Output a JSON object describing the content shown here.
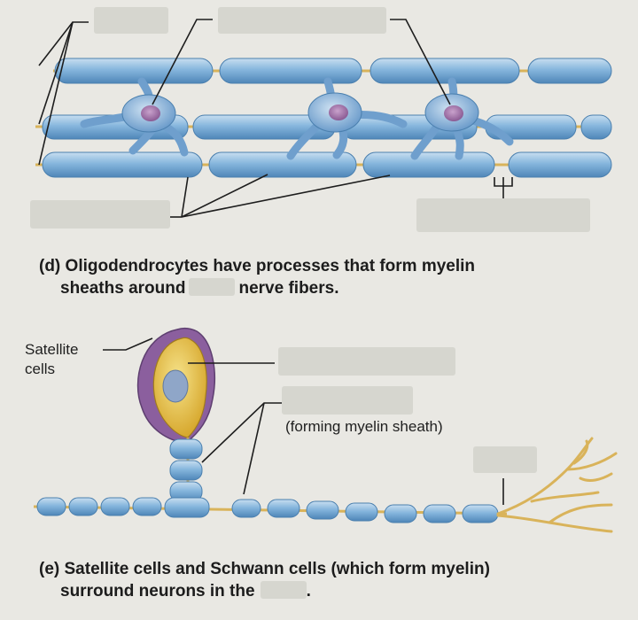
{
  "panel_d": {
    "caption_line1": "(d) Oligodendrocytes have processes that form myelin",
    "caption_line2_before": "sheaths around",
    "caption_line2_after": "nerve fibers."
  },
  "panel_e": {
    "satellite_label_line1": "Satellite",
    "satellite_label_line2": "cells",
    "schwann_note": "(forming myelin sheath)",
    "caption_line1": "(e) Satellite cells and Schwann cells (which form myelin)",
    "caption_line2_before": "surround neurons in the",
    "caption_line2_after": "."
  },
  "colors": {
    "myelin": "#7fb0d8",
    "axon": "#d9b35a",
    "nucleus": "#9c6fa2",
    "neuron_body": "#e6c247",
    "satellite": "#8b5f9e",
    "blank_box": "#d6d6cf",
    "paper": "#e9e8e3"
  }
}
